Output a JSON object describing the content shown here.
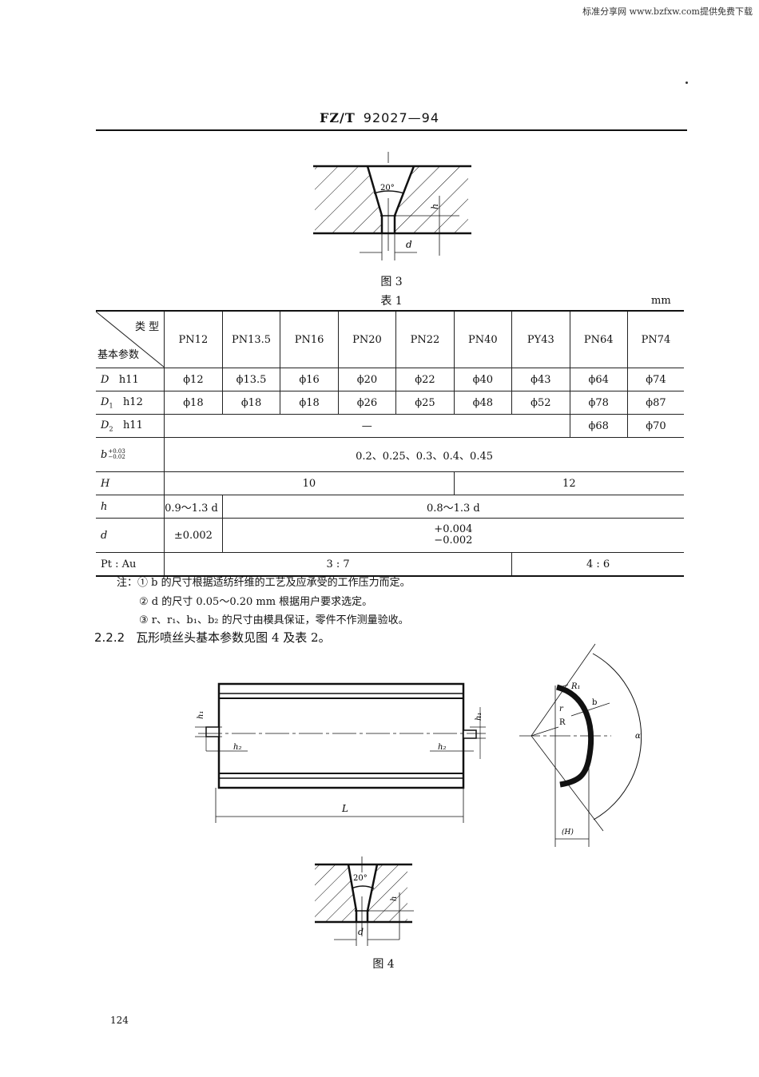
{
  "watermark": "标准分享网 www.bzfxw.com提供免费下载",
  "header": {
    "standard_prefix": "FZ/T",
    "standard_number": "92027—94"
  },
  "figure3": {
    "angle_label": "20°",
    "h_label": "h",
    "d_label": "d",
    "caption": "图 3"
  },
  "table1": {
    "caption": "表 1",
    "unit": "mm",
    "corner_top": "类 型",
    "corner_bottom": "基本参数",
    "columns": [
      "PN12",
      "PN13.5",
      "PN16",
      "PN20",
      "PN22",
      "PN40",
      "PY43",
      "PN64",
      "PN74"
    ],
    "rows": {
      "D": {
        "label": "D",
        "tol": "h11",
        "values": [
          "ϕ12",
          "ϕ13.5",
          "ϕ16",
          "ϕ20",
          "ϕ22",
          "ϕ40",
          "ϕ43",
          "ϕ64",
          "ϕ74"
        ]
      },
      "D1": {
        "label": "D",
        "sub": "1",
        "tol": "h12",
        "values": [
          "ϕ18",
          "ϕ18",
          "ϕ18",
          "ϕ26",
          "ϕ25",
          "ϕ48",
          "ϕ52",
          "ϕ78",
          "ϕ87"
        ]
      },
      "D2": {
        "label": "D",
        "sub": "2",
        "tol": "h11",
        "span_value": "—",
        "values": [
          "ϕ68",
          "ϕ70"
        ]
      },
      "b": {
        "label": "b",
        "sup": "+0.03",
        "sub": "−0.02",
        "value": "0.2、0.25、0.3、0.4、0.45"
      },
      "H": {
        "label": "H",
        "values": [
          "10",
          "12"
        ]
      },
      "h": {
        "label": "h",
        "values": [
          "0.9～1.3 d",
          "0.8～1.3 d"
        ]
      },
      "d": {
        "label": "d",
        "values": [
          "±0.002"
        ],
        "tol_plus": "+0.004",
        "tol_minus": "−0.002"
      },
      "ptau": {
        "label": "Pt : Au",
        "values": [
          "3 : 7",
          "4 : 6"
        ]
      }
    }
  },
  "notes": {
    "prefix": "注：",
    "items": [
      "① b 的尺寸根据适纺纤维的工艺及应承受的工作压力而定。",
      "② d 的尺寸 0.05～0.20 mm 根据用户要求选定。",
      "③ r、r₁、b₁、b₂ 的尺寸由模具保证，零件不作测量验收。"
    ]
  },
  "section": {
    "number": "2.2.2",
    "text": "瓦形喷丝头基本参数见图 4 及表 2。"
  },
  "figure4": {
    "h1_label": "h₁",
    "h2_label": "h₂",
    "L_label": "L",
    "R1_label": "R₁",
    "r_label": "r",
    "R_label": "R",
    "b_label": "b",
    "alpha_label": "α",
    "H_label": "(H)",
    "angle_label": "20°",
    "h_label": "h",
    "d_label": "d",
    "caption": "图 4"
  },
  "page_number": "124"
}
